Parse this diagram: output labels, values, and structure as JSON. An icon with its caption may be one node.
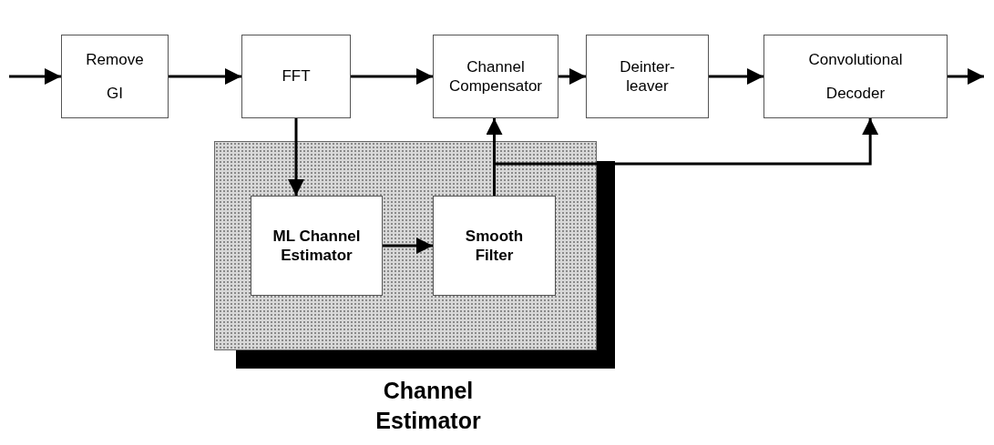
{
  "diagram": {
    "nodes": [
      {
        "text": [
          "Remove GI"
        ]
      },
      {
        "text": [
          "FFT"
        ]
      },
      {
        "text": [
          "Channel Compensator"
        ]
      },
      {
        "text": [
          "Deinter- leaver"
        ]
      },
      {
        "text": [
          "Convolutional Decoder"
        ]
      },
      {
        "text": [
          "Channel Estimator"
        ]
      },
      {
        "text": [
          "ML Channel Estimator"
        ],
        "in": 5
      },
      {
        "text": [
          "Smooth Filter"
        ],
        "in": 5
      }
    ],
    "edges": [
      {
        "from": null,
        "to": 0,
        "arrow": "to"
      },
      {
        "from": 0,
        "to": 1,
        "arrow": "to"
      },
      {
        "from": 1,
        "to": 2,
        "arrow": "to"
      },
      {
        "from": 2,
        "to": 3,
        "arrow": "to"
      },
      {
        "from": 3,
        "to": 4,
        "arrow": "to"
      },
      {
        "from": 4,
        "to": null,
        "arrow": "to"
      },
      {
        "from": 1,
        "to": 6,
        "arrow": "to"
      },
      {
        "from": 6,
        "to": 7,
        "arrow": "to"
      },
      {
        "from": 7,
        "to": 2,
        "arrow": "to"
      },
      {
        "from": 7,
        "to": 4,
        "arrow": "to"
      }
    ]
  }
}
